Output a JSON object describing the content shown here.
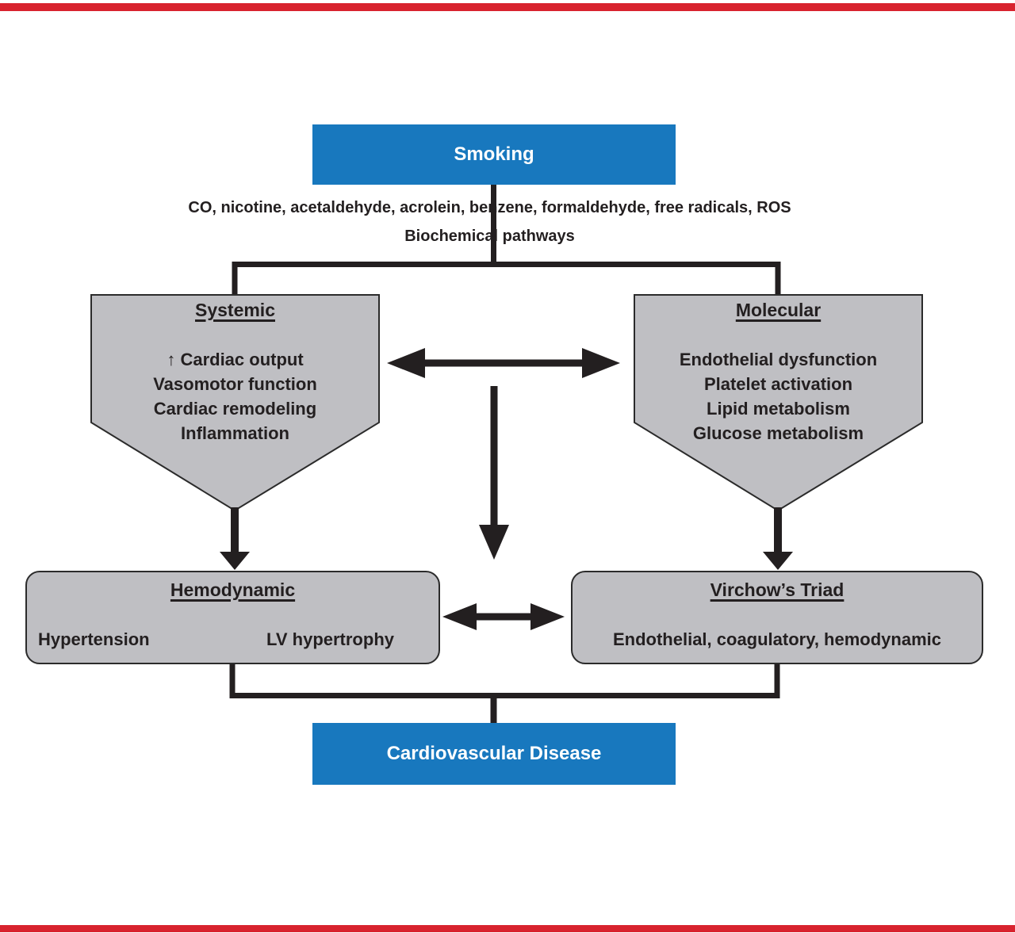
{
  "top_box": {
    "label": "Smoking"
  },
  "mediators": {
    "chemicals": "CO, nicotine, acetaldehyde, acrolein, benzene, formaldehyde, free radicals, ROS",
    "pathways": "Biochemical pathways"
  },
  "systemic_pentagon": {
    "title": "Systemic",
    "items": [
      "↑ Cardiac output",
      "Vasomotor function",
      "Cardiac remodeling",
      "Inflammation"
    ]
  },
  "molecular_pentagon": {
    "title": "Molecular",
    "items": [
      "Endothelial dysfunction",
      "Platelet activation",
      "Lipid metabolism",
      "Glucose metabolism"
    ]
  },
  "hemodynamic_box": {
    "title": "Hemodynamic",
    "items": [
      "Hypertension",
      "LV hypertrophy"
    ]
  },
  "virchows_box": {
    "title": "Virchow’s Triad",
    "items_line": "Endothelial, coagulatory, hemodynamic"
  },
  "bottom_box": {
    "label": "Cardiovascular Disease"
  },
  "colors": {
    "accent_blue": "#1878be",
    "box_gray": "#bfbfc3",
    "line_black": "#231f20",
    "border_red": "#d8232e"
  }
}
